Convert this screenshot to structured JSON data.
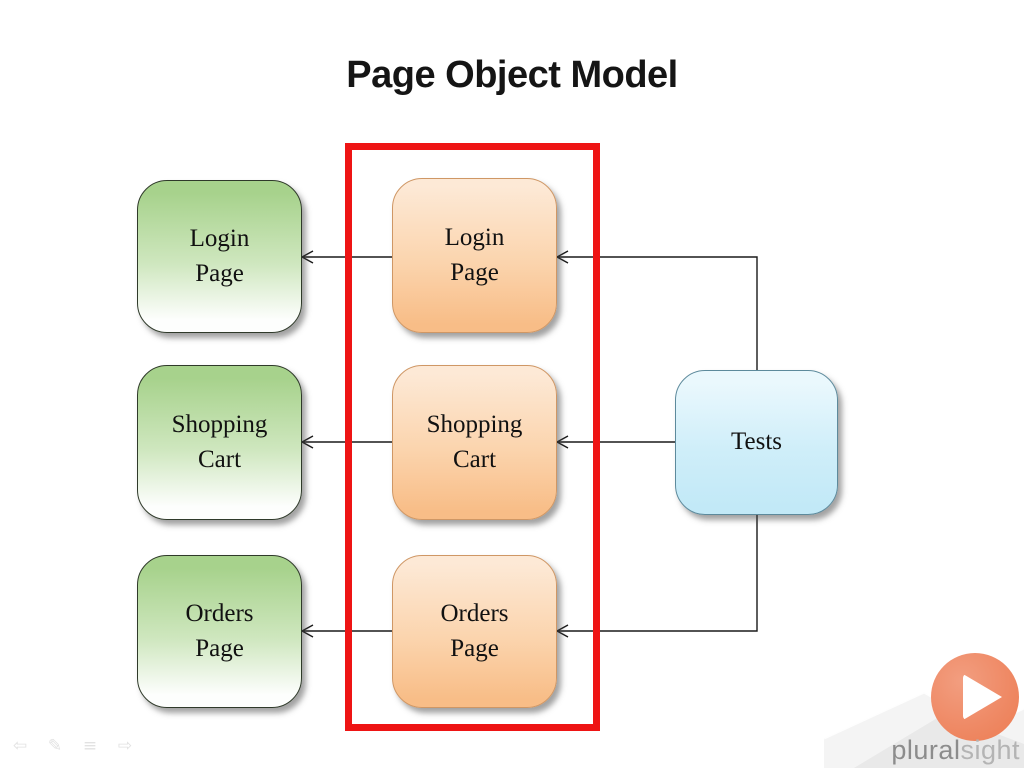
{
  "title": "Page Object Model",
  "diagram": {
    "app_pages": {
      "items": [
        {
          "label": "Login\nPage"
        },
        {
          "label": "Shopping\nCart"
        },
        {
          "label": "Orders\nPage"
        }
      ]
    },
    "page_objects": {
      "items": [
        {
          "label": "Login\nPage"
        },
        {
          "label": "Shopping\nCart"
        },
        {
          "label": "Orders\nPage"
        }
      ]
    },
    "tests": {
      "label": "Tests"
    },
    "colors": {
      "app_page_fill": "#a7d28c",
      "page_object_fill": "#f8bd87",
      "tests_fill": "#c2e9f7",
      "highlight_frame": "#ee1414",
      "connector": "#1a1a1a"
    }
  },
  "presenter_controls": {
    "icons": [
      {
        "name": "previous-slide-icon",
        "glyph": "⇦"
      },
      {
        "name": "pen-icon",
        "glyph": "✎"
      },
      {
        "name": "menu-icon",
        "glyph": "≡"
      },
      {
        "name": "next-slide-icon",
        "glyph": "⇨"
      }
    ]
  },
  "brand": {
    "name_part1": "plural",
    "name_part2": "sight",
    "accent_color": "#ef8a66"
  }
}
